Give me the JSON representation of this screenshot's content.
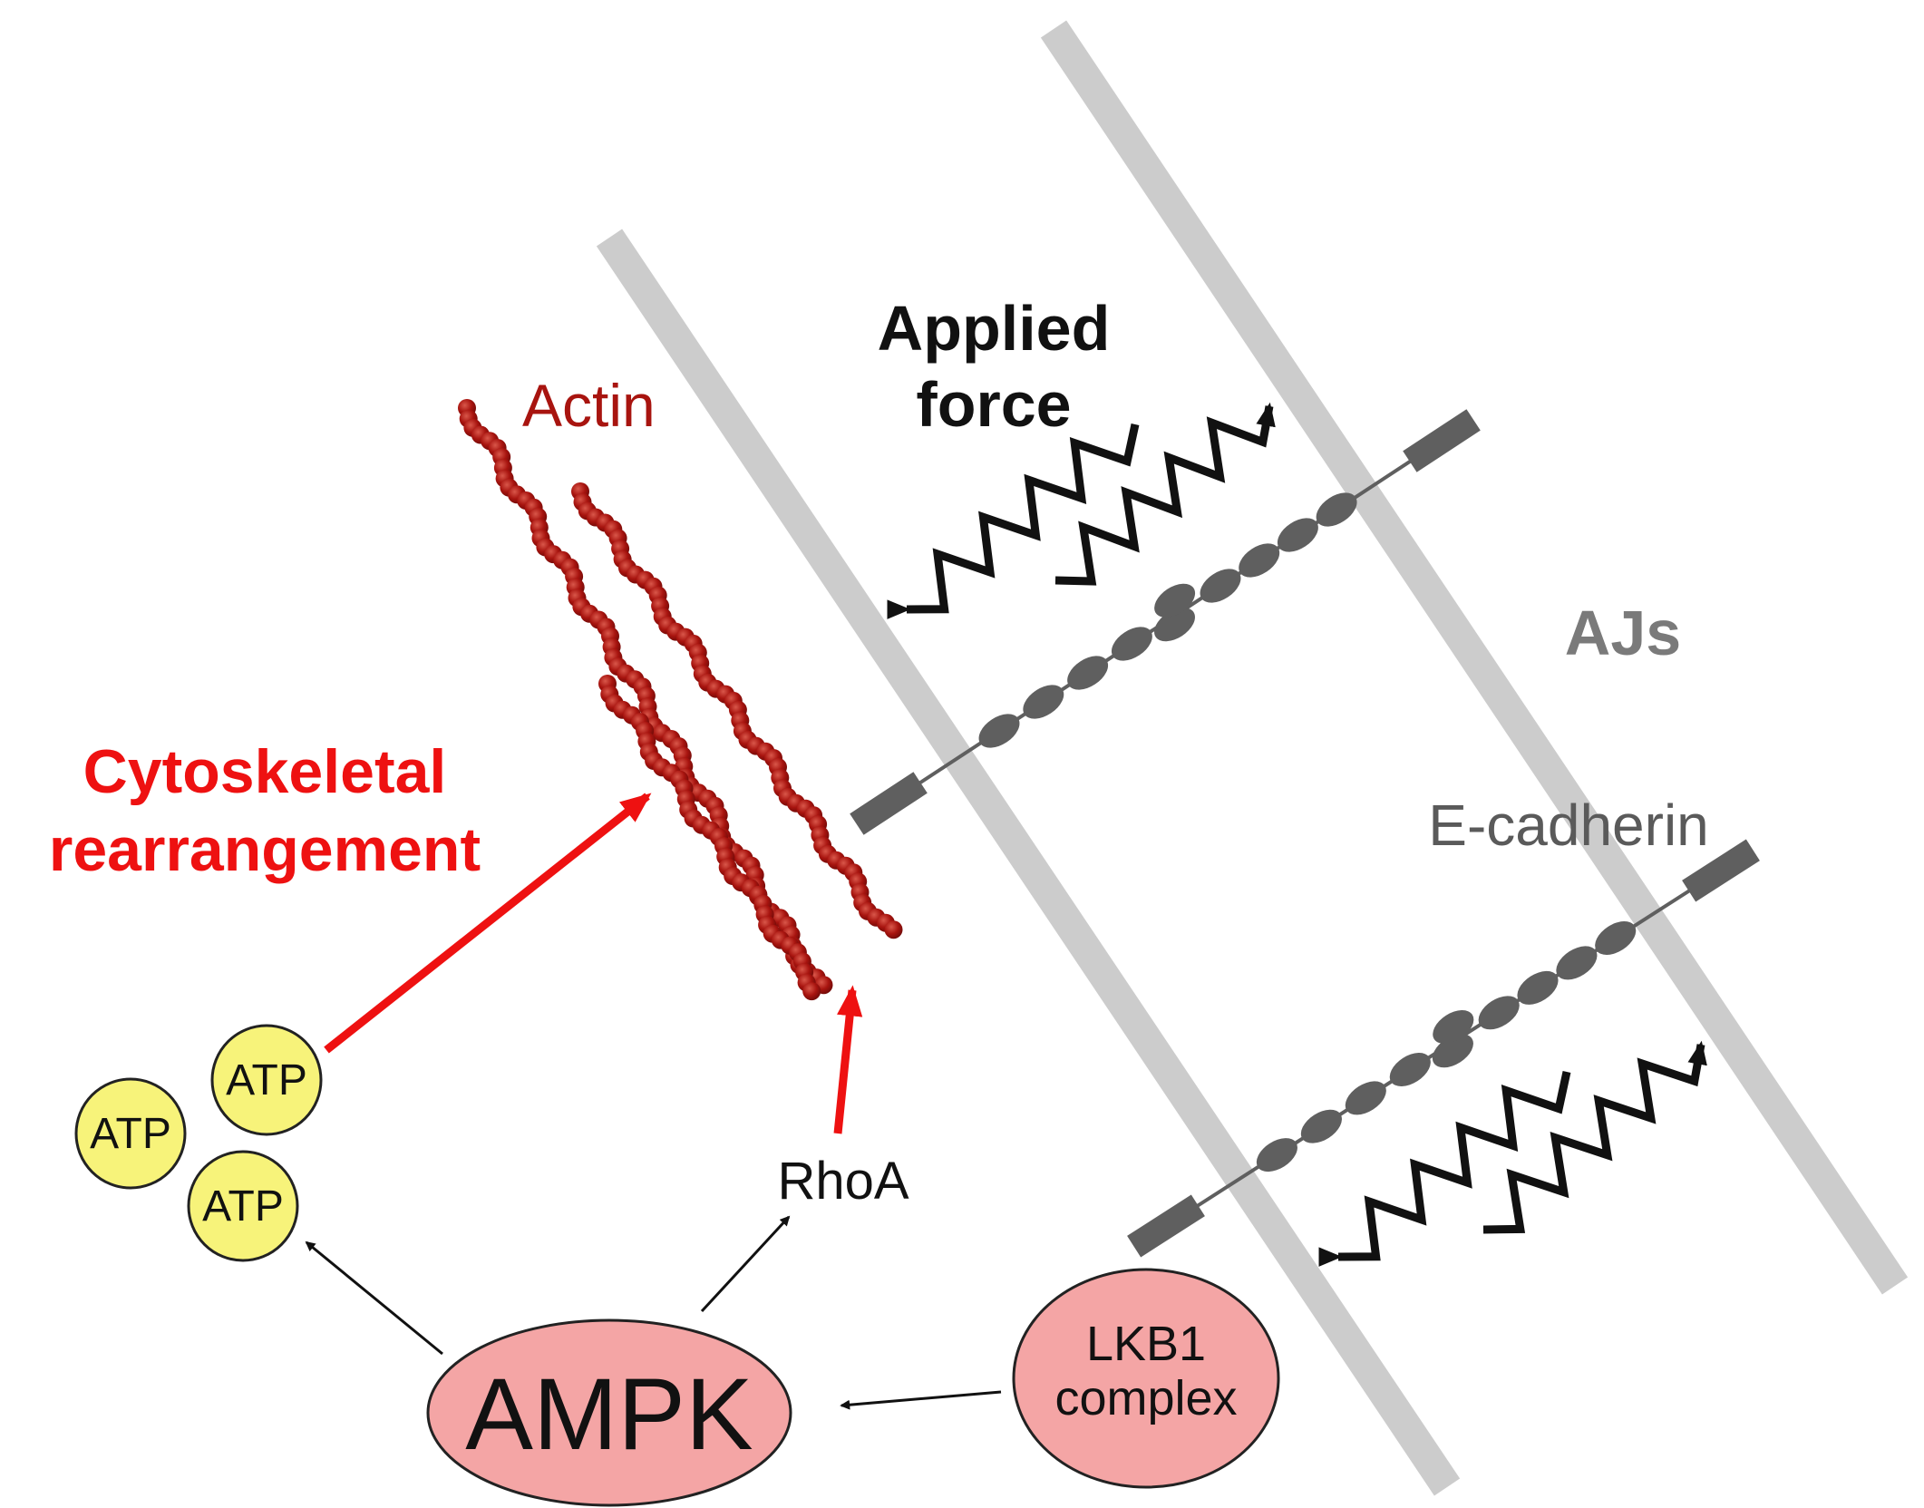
{
  "labels": {
    "actin": "Actin",
    "applied_force_line1": "Applied",
    "applied_force_line2": "force",
    "ajs": "AJs",
    "e_cadherin": "E-cadherin",
    "cytoskeletal_line1": "Cytoskeletal",
    "cytoskeletal_line2": "rearrangement",
    "atp": "ATP",
    "rhoa": "RhoA",
    "ampk": "AMPK",
    "lkb1_line1": "LKB1",
    "lkb1_line2": "complex"
  },
  "colors": {
    "membrane": "#cccccc",
    "cadherin": "#5f5f5f",
    "actin": "#a8140f",
    "actin_highlight": "#d24a3e",
    "activation_arrow": "#ee1111",
    "atp_fill": "#f7f37a",
    "atp_stroke": "#222222",
    "oval_fill": "#f4a5a5",
    "oval_stroke": "#222222",
    "ajs_text": "#7a7a7a",
    "ecad_text": "#5a5a5a",
    "actin_text": "#a8140f",
    "red_text": "#ee1111"
  }
}
